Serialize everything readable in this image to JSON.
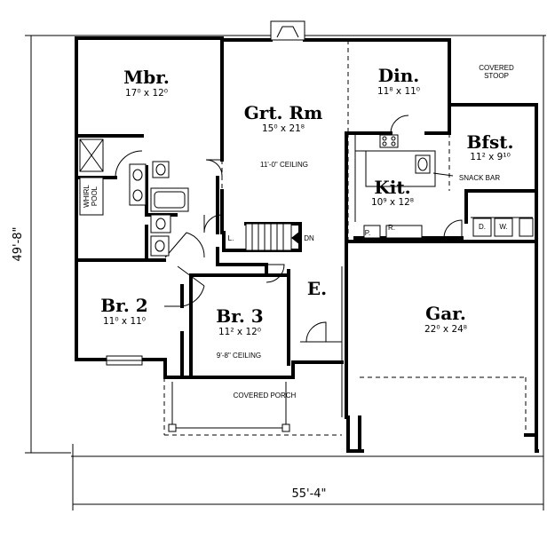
{
  "rooms": {
    "mbr": {
      "name": "Mbr.",
      "dim": "17⁰ x 12⁰"
    },
    "grtrm": {
      "name": "Grt. Rm",
      "dim": "15⁰ x 21⁸",
      "note": "11'-0\" CEILING"
    },
    "din": {
      "name": "Din.",
      "dim": "11⁸ x 11⁰"
    },
    "bfst": {
      "name": "Bfst.",
      "dim": "11² x 9¹⁰"
    },
    "kit": {
      "name": "Kit.",
      "dim": "10⁹ x 12⁸"
    },
    "br2": {
      "name": "Br. 2",
      "dim": "11⁰ x 11⁰"
    },
    "br3": {
      "name": "Br. 3",
      "dim": "11² x 12⁰",
      "note": "9'-8\" CEILING"
    },
    "gar": {
      "name": "Gar.",
      "dim": "22⁰ x 24⁸"
    },
    "entry": {
      "name": "E."
    }
  },
  "labels": {
    "covered_stoop_1": "COVERED",
    "covered_stoop_2": "STOOP",
    "snack_bar": "SNACK BAR",
    "covered_porch": "COVERED PORCH",
    "whirlpool_1": "WHIRL",
    "whirlpool_2": "POOL",
    "pantry": "P.",
    "refrigerator": "R.",
    "linen": "L.",
    "down": "DN",
    "dryer": "D.",
    "washer": "W."
  },
  "dimensions": {
    "overall_width": "55'-4\"",
    "overall_depth": "49'-8\""
  }
}
